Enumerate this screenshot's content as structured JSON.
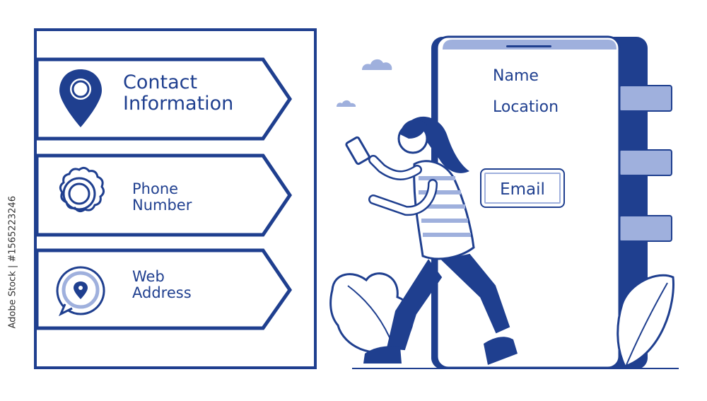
{
  "colors": {
    "primary": "#1f3f8f",
    "light": "#9fb0dd",
    "background": "#ffffff"
  },
  "panel": {
    "items": [
      {
        "label_line1": "Contact",
        "label_line2": "Information",
        "icon": "location-pin-icon"
      },
      {
        "label_line1": "Phone",
        "label_line2": "Number",
        "icon": "flower-badge-icon"
      },
      {
        "label_line1": "Web",
        "label_line2": "Address",
        "icon": "speech-pin-icon"
      }
    ]
  },
  "phone": {
    "name_label": "Name",
    "location_label": "Location",
    "email_label": "Email"
  },
  "stock_id": "Adobe Stock | #1565223246"
}
